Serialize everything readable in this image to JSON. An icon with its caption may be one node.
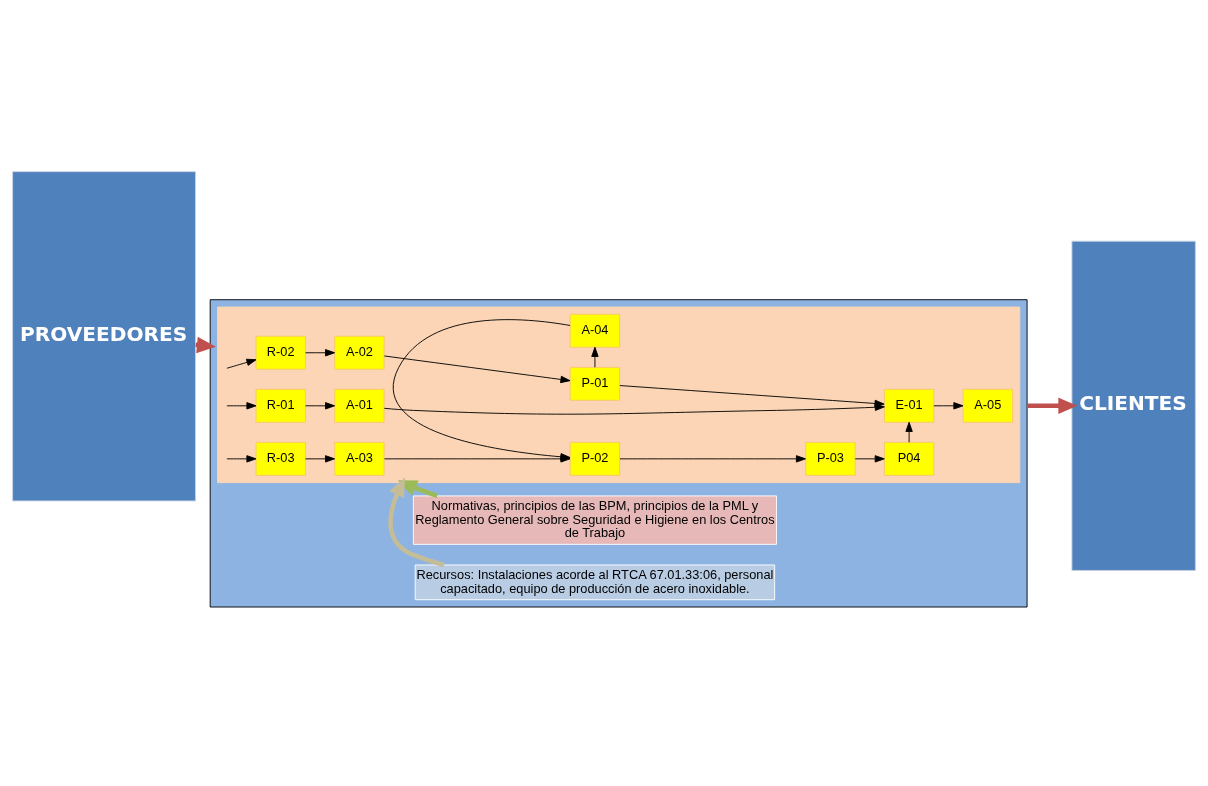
{
  "diagram": {
    "nodes": [
      {
        "text": [
          "PROVEEDORES"
        ]
      },
      {
        "text": [],
        "shape": "box"
      },
      {
        "text": [
          "Normativas, principios de las BPM, principios de la PML y Reglamento General sobre Seguridad e Higiene en los Centros de Trabajo"
        ],
        "in": 1
      },
      {
        "text": [],
        "shape": "box",
        "in": 1
      },
      {
        "text": [
          "R-01"
        ],
        "in": 3
      },
      {
        "text": [
          "A-01"
        ],
        "in": 3
      },
      {
        "text": [
          "R-02"
        ],
        "in": 3
      },
      {
        "text": [
          "A-02"
        ],
        "in": 3
      },
      {
        "text": [
          "P-01"
        ],
        "in": 3
      },
      {
        "text": [
          "E-01"
        ],
        "in": 3
      },
      {
        "text": [
          "A-05"
        ],
        "in": 3
      },
      {
        "text": [
          "A-04"
        ],
        "in": 3
      },
      {
        "text": [
          "R-03"
        ],
        "in": 3
      },
      {
        "text": [
          "A-03"
        ],
        "in": 3
      },
      {
        "text": [
          "P-02"
        ],
        "in": 3
      },
      {
        "text": [
          "P-03"
        ],
        "in": 3
      },
      {
        "text": [
          "P04"
        ],
        "in": 3
      },
      {
        "text": [
          "Recursos: Instalaciones acorde al RTCA 67.01.33:06, personal capacitado, equipo de producción de acero inoxidable."
        ],
        "in": 1
      },
      {
        "text": [
          "CLIENTES"
        ]
      }
    ],
    "edges": [
      {
        "from": 0,
        "to": 1,
        "arrow": "to",
        "style": "thick",
        "color": "#c0504d"
      },
      {
        "from": 1,
        "to": 18,
        "arrow": "to",
        "style": "thick",
        "color": "#c0504d"
      },
      {
        "from": 2,
        "to": 3,
        "arrow": "to",
        "style": "thick",
        "color": "#9bbb59"
      },
      {
        "from": 17,
        "to": 3,
        "arrow": "to",
        "style": "thick",
        "color": "#c4bd97"
      },
      {
        "from": null,
        "to": 4,
        "arrow": "to"
      },
      {
        "from": 4,
        "to": 5,
        "arrow": "to"
      },
      {
        "from": 5,
        "to": 9,
        "arrow": "to"
      },
      {
        "from": null,
        "to": 6,
        "arrow": "to"
      },
      {
        "from": 6,
        "to": 7,
        "arrow": "to"
      },
      {
        "from": 7,
        "to": 8,
        "arrow": "to"
      },
      {
        "from": 8,
        "to": 9,
        "arrow": "to"
      },
      {
        "from": 9,
        "to": 10,
        "arrow": "to"
      },
      {
        "from": 8,
        "to": 11,
        "arrow": "to"
      },
      {
        "from": 11,
        "to": 14,
        "arrow": "to"
      },
      {
        "from": null,
        "to": 12,
        "arrow": "to"
      },
      {
        "from": 12,
        "to": 13,
        "arrow": "to"
      },
      {
        "from": 13,
        "to": 14,
        "arrow": "to"
      },
      {
        "from": 14,
        "to": 15,
        "arrow": "to"
      },
      {
        "from": 15,
        "to": 16,
        "arrow": "to"
      },
      {
        "from": 16,
        "to": 9,
        "arrow": "to"
      }
    ]
  }
}
